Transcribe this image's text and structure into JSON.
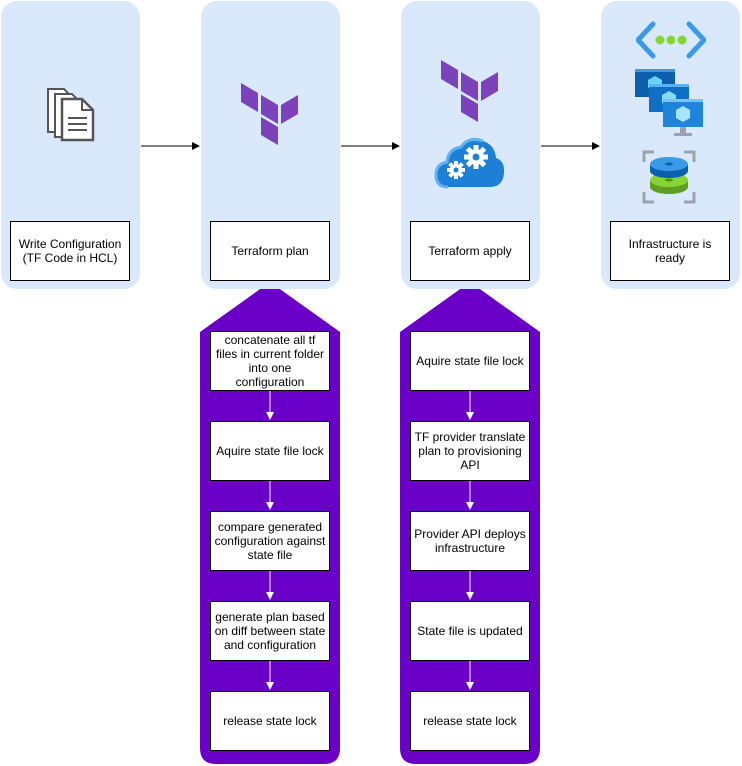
{
  "stages": [
    {
      "label": "Write Configuration (TF Code in HCL)"
    },
    {
      "label": "Terraform plan"
    },
    {
      "label": "Terraform apply"
    },
    {
      "label": "Infrastructure is ready"
    }
  ],
  "plan_steps": [
    "concatenate all tf files in current folder into one configuration",
    "Aquire state file lock",
    "compare generated configuration against state file",
    "generate plan based on diff between state and configuration",
    "release state lock"
  ],
  "apply_steps": [
    "Aquire state file lock",
    "TF provider translate plan to provisioning API",
    "Provider API deploys infrastructure",
    "State file is updated",
    "release state lock"
  ],
  "colors": {
    "panel": "#dae8fc",
    "purple_panel": "#6a00c8",
    "terraform_logo": "#7b42bc",
    "azure_blue": "#0078d4"
  },
  "icons": [
    "documents-icon",
    "terraform-logo-icon",
    "cloud-gears-icon",
    "virtual-network-icon",
    "virtual-machines-icon",
    "storage-disk-icon"
  ]
}
